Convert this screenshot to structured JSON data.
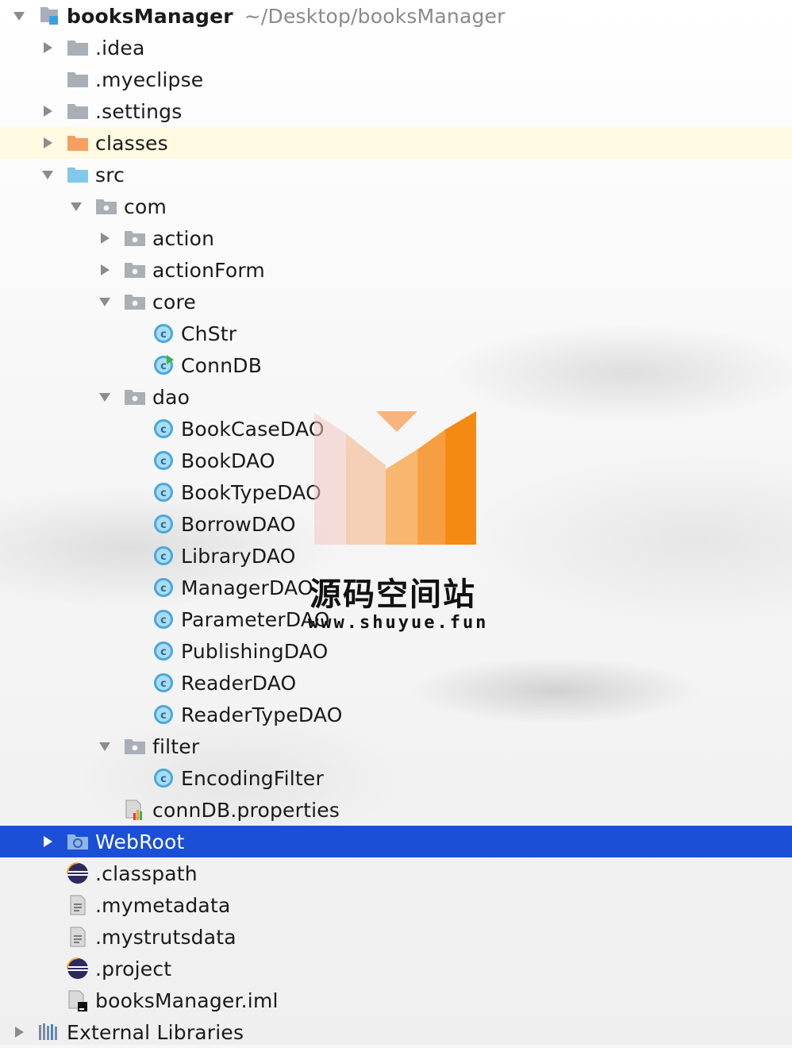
{
  "project": {
    "name": "booksManager",
    "path": "~/Desktop/booksManager"
  },
  "items": {
    "idea": ".idea",
    "myeclipse": ".myeclipse",
    "settings": ".settings",
    "classes": "classes",
    "src": "src",
    "com": "com",
    "action": "action",
    "actionForm": "actionForm",
    "core": "core",
    "chstr": "ChStr",
    "conndb": "ConnDB",
    "dao": "dao",
    "bookcasedao": "BookCaseDAO",
    "bookdao": "BookDAO",
    "booktypedao": "BookTypeDAO",
    "borrowdao": "BorrowDAO",
    "librarydao": "LibraryDAO",
    "managerdao": "ManagerDAO",
    "parameterdao": "ParameterDAO",
    "publishingdao": "PublishingDAO",
    "readerdao": "ReaderDAO",
    "readertypedao": "ReaderTypeDAO",
    "filter": "filter",
    "encodingfilter": "EncodingFilter",
    "conndbprops": "connDB.properties",
    "webroot": "WebRoot",
    "classpath": ".classpath",
    "mymetadata": ".mymetadata",
    "mystrutsdata": ".mystrutsdata",
    "project": ".project",
    "iml": "booksManager.iml",
    "extlibs": "External Libraries"
  },
  "watermark": {
    "title": "源码空间站",
    "url": "www.shuyue.fun"
  },
  "colors": {
    "selection": "#1a4fd6",
    "highlight": "#fffade",
    "class_icon": "#48a8d8",
    "excluded_folder": "#f0a060",
    "source_folder": "#7ec6e8"
  }
}
